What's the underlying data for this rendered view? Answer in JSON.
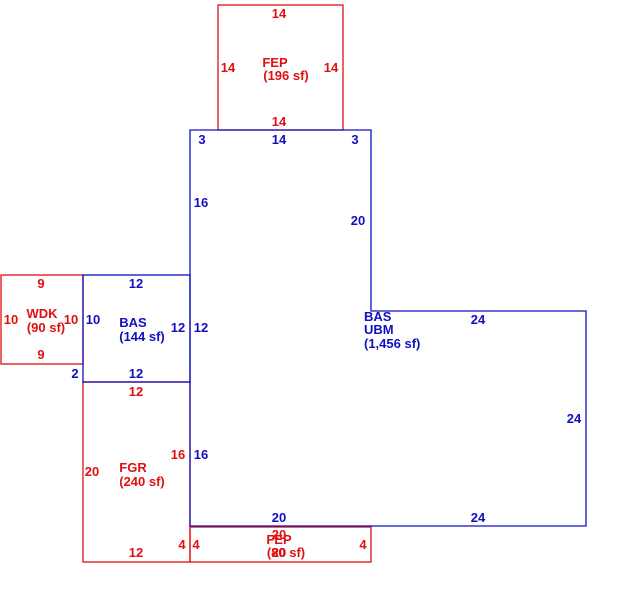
{
  "colors": {
    "red": "#e01010",
    "blue": "#1010c0"
  },
  "areas": {
    "fep_top": {
      "code": "FEP",
      "area": "(196 sf)",
      "top": "14",
      "left": "14",
      "right": "14",
      "bottom": "14"
    },
    "bas_main": {
      "code1": "BAS",
      "code2": "UBM",
      "area": "(1,456 sf)",
      "dims": {
        "top_left_seg": "3",
        "top_mid": "14",
        "top_right_seg": "3",
        "left_upper": "16",
        "right_upper": "20",
        "step_top": "24",
        "right_side": "24",
        "bottom_right": "24",
        "bottom_left": "20",
        "left_mid": "12",
        "left_lower": "16"
      }
    },
    "bas_small": {
      "code": "BAS",
      "area": "(144 sf)",
      "top": "12",
      "left": "10",
      "right": "12",
      "bottom": "12",
      "corner": "2"
    },
    "wdk": {
      "code": "WDK",
      "area": "(90 sf)",
      "top": "9",
      "left": "10",
      "right": "10",
      "bottom": "9"
    },
    "fgr": {
      "code": "FGR",
      "area": "(240 sf)",
      "top": "12",
      "left": "20",
      "right": "16",
      "bottom": "12",
      "corner": "4"
    },
    "fep_bottom": {
      "code": "FEP",
      "area": "(80 sf)",
      "top": "20",
      "left": "4",
      "right": "4",
      "bottom": "20"
    }
  }
}
